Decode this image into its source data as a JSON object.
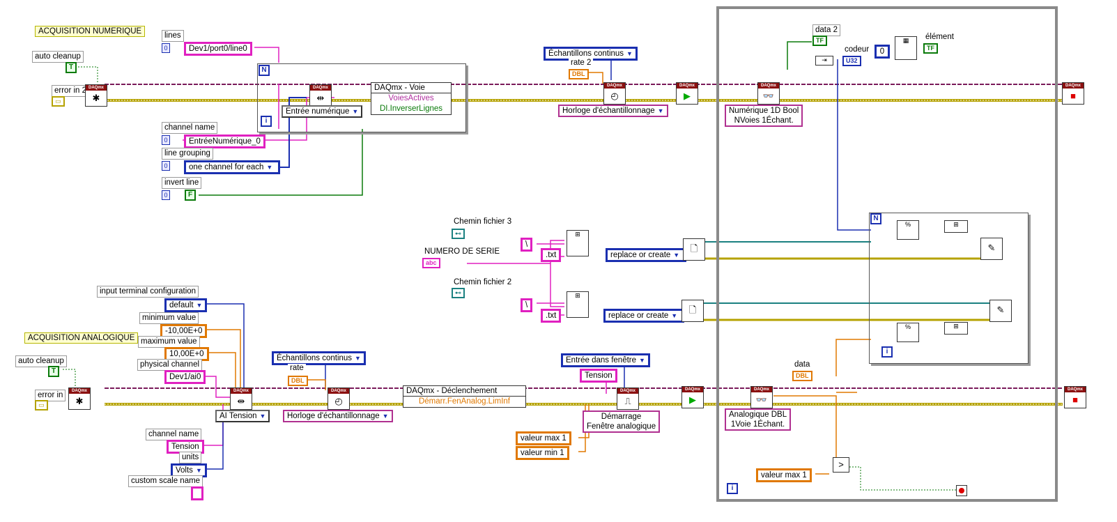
{
  "titles": {
    "numeric": "ACQUISITION NUMERIQUE",
    "analog": "ACQUISITION ANALOGIQUE"
  },
  "digital": {
    "lines_label": "lines",
    "lines_idx": "0",
    "lines_value": "Dev1/port0/line0",
    "auto_cleanup": "auto cleanup",
    "auto_cleanup_val": "T",
    "error_in": "error in 2",
    "channel_name_label": "channel name",
    "channel_name_idx": "0",
    "channel_name_value": "EntréeNumérique_0",
    "line_grouping_label": "line grouping",
    "line_grouping_idx": "0",
    "line_grouping_value": "one channel for each",
    "invert_line_label": "invert line",
    "invert_line_idx": "0",
    "invert_line_value": "F",
    "loop_n": "N",
    "loop_i": "i",
    "create_mode": "Entrée numérique",
    "property_node": {
      "header": "DAQmx - Voie",
      "row1": "VoiesActives",
      "row2": "DI.InverserLignes"
    },
    "sample_mode": "Échantillons continus",
    "rate_label": "rate 2",
    "rate_type": "DBL",
    "timing_mode": "Horloge d'échantillonnage",
    "read_mode": [
      "Numérique 1D Bool",
      "NVoies 1Échant."
    ],
    "data_label": "data 2",
    "data_type": "TF",
    "codeur_label": "codeur",
    "codeur_type": "U32",
    "element_label": "élément",
    "element_type": "TF",
    "const_zero": "0"
  },
  "files": {
    "chemin3": "Chemin fichier 3",
    "chemin2": "Chemin fichier 2",
    "numero_serie": "NUMERO DE SERIE",
    "abc": "abc",
    "backslash": "\\",
    "txt": ".txt",
    "open_mode1": "replace or create",
    "open_mode2": "replace or create",
    "loop_n": "N",
    "loop_i": "i"
  },
  "analog": {
    "input_terminal_label": "input terminal configuration",
    "input_terminal_value": "default",
    "min_label": "minimum value",
    "min_value": "-10,00E+0",
    "max_label": "maximum value",
    "max_value": "10,00E+0",
    "phys_label": "physical channel",
    "phys_value": "Dev1/ai0",
    "auto_cleanup": "auto cleanup",
    "auto_cleanup_val": "T",
    "error_in": "error in",
    "create_mode": "AI Tension",
    "channel_name_label": "channel name",
    "channel_name_value": "Tension",
    "units_label": "units",
    "units_value": "Volts",
    "custom_scale_label": "custom scale name",
    "sample_mode": "Échantillons continus",
    "rate_label": "rate",
    "rate_type": "DBL",
    "timing_mode": "Horloge d'échantillonnage",
    "trigger_node": {
      "header": "DAQmx - Déclenchement",
      "row1": "Démarr.FenAnalog.LimInf"
    },
    "window_mode": "Entrée dans fenêtre",
    "tension": "Tension",
    "trigger_type": [
      "Démarrage",
      "Fenêtre analogique"
    ],
    "vmax": "valeur max 1",
    "vmin": "valeur min 1",
    "read_mode": [
      "Analogique DBL",
      "1Voie 1Échant."
    ],
    "data_label": "data",
    "data_type": "DBL",
    "vmax2": "valeur max 1",
    "loop_i": "i"
  },
  "colors": {
    "error": "#b5a200",
    "task": "#7a1a5a",
    "string": "#e020c0",
    "enum": "#1a2fb0",
    "dbl": "#e07800",
    "bool": "#0a7a0a",
    "path": "#1a8080"
  }
}
